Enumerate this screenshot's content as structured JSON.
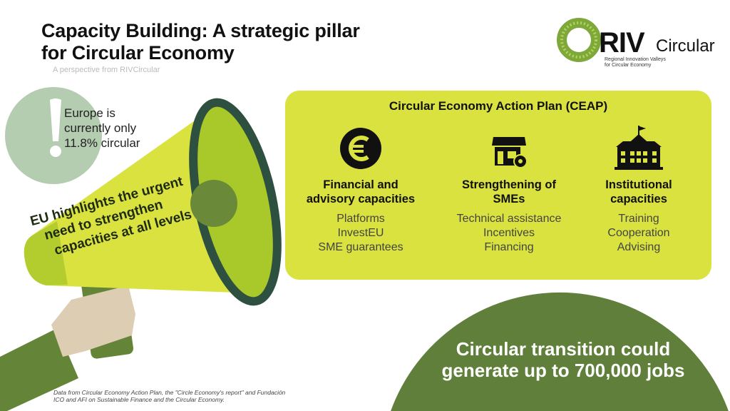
{
  "header": {
    "title_line1": "Capacity Building: A strategic pillar",
    "title_line2": "for Circular Economy",
    "subtitle": "A perspective from RIVCircular"
  },
  "logo": {
    "brand_bold": "RIV",
    "brand_regular": "Circular",
    "tagline_line1": "Regional Innovation Valleys",
    "tagline_line2": "for Circular Economy"
  },
  "alert": {
    "icon": "exclamation-icon",
    "line1": "Europe is",
    "line2": "currently only",
    "line3": "11.8% circular"
  },
  "megaphone": {
    "line1": "EU highlights the urgent",
    "line2": "need to strengthen",
    "line3": "capacities at all levels"
  },
  "ceap": {
    "title": "Circular Economy Action Plan (CEAP)",
    "columns": [
      {
        "icon": "euro-icon",
        "heading1": "Financial and",
        "heading2": "advisory capacities",
        "items": [
          "Platforms",
          "InvestEU",
          "SME guarantees"
        ]
      },
      {
        "icon": "shop-icon",
        "heading1": "Strengthening of",
        "heading2": "SMEs",
        "items": [
          "Technical assistance",
          "Incentives",
          "Financing"
        ]
      },
      {
        "icon": "institution-icon",
        "heading1": "Institutional",
        "heading2": "capacities",
        "items": [
          "Training",
          "Cooperation",
          "Advising"
        ]
      }
    ]
  },
  "jobs": {
    "line1": "Circular transition could",
    "line2": "generate up to 700,000 jobs"
  },
  "source": {
    "line1": "Data from Circular Economy Action Plan, the \"Circle Economy's report\" and Fundación",
    "line2": "ICO and AFI on Sustainable Finance and the Circular Economy."
  },
  "colors": {
    "lime": "#d9e23f",
    "dark_green": "#5f7f3a",
    "rim": "#2e5040",
    "sage": "#b4ccb0",
    "hand": "#dccdb3"
  }
}
